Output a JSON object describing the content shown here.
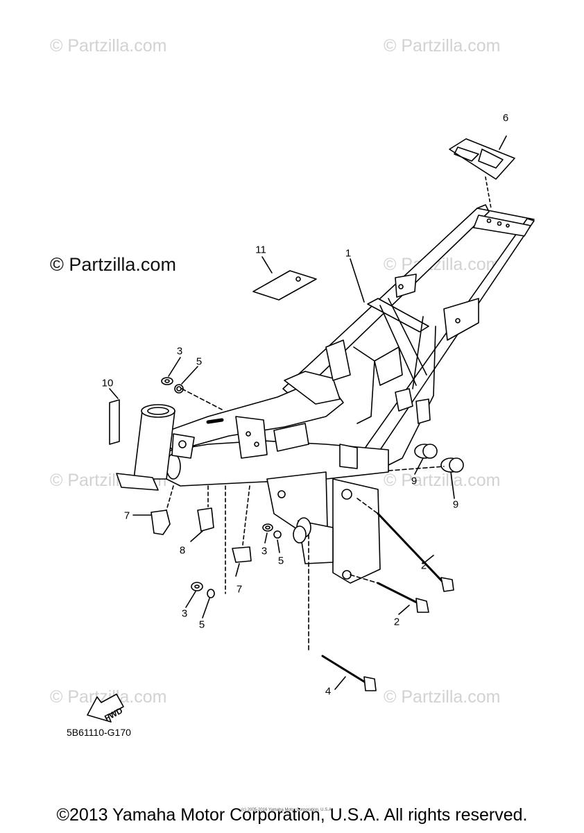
{
  "watermark": {
    "text": "© Partzilla.com",
    "faint_color": "#d2d2d2",
    "main_color": "#111111"
  },
  "callouts": [
    {
      "id": "c1",
      "label": "1"
    },
    {
      "id": "c2a",
      "label": "2"
    },
    {
      "id": "c2b",
      "label": "2"
    },
    {
      "id": "c3a",
      "label": "3"
    },
    {
      "id": "c3b",
      "label": "3"
    },
    {
      "id": "c3c",
      "label": "3"
    },
    {
      "id": "c4",
      "label": "4"
    },
    {
      "id": "c5a",
      "label": "5"
    },
    {
      "id": "c5b",
      "label": "5"
    },
    {
      "id": "c5c",
      "label": "5"
    },
    {
      "id": "c6",
      "label": "6"
    },
    {
      "id": "c7a",
      "label": "7"
    },
    {
      "id": "c7b",
      "label": "7"
    },
    {
      "id": "c8",
      "label": "8"
    },
    {
      "id": "c9a",
      "label": "9"
    },
    {
      "id": "c9b",
      "label": "9"
    },
    {
      "id": "c10",
      "label": "10"
    },
    {
      "id": "c11",
      "label": "11"
    }
  ],
  "diagram_code": "5B61110-G170",
  "fwd_label": "FWD",
  "small_print": "(c) 2005-2016 Yamaha Motor Corporation, U.S.A.",
  "copyright": "©2013 Yamaha Motor Corporation, U.S.A. All rights reserved.",
  "colors": {
    "line": "#000000"
  }
}
